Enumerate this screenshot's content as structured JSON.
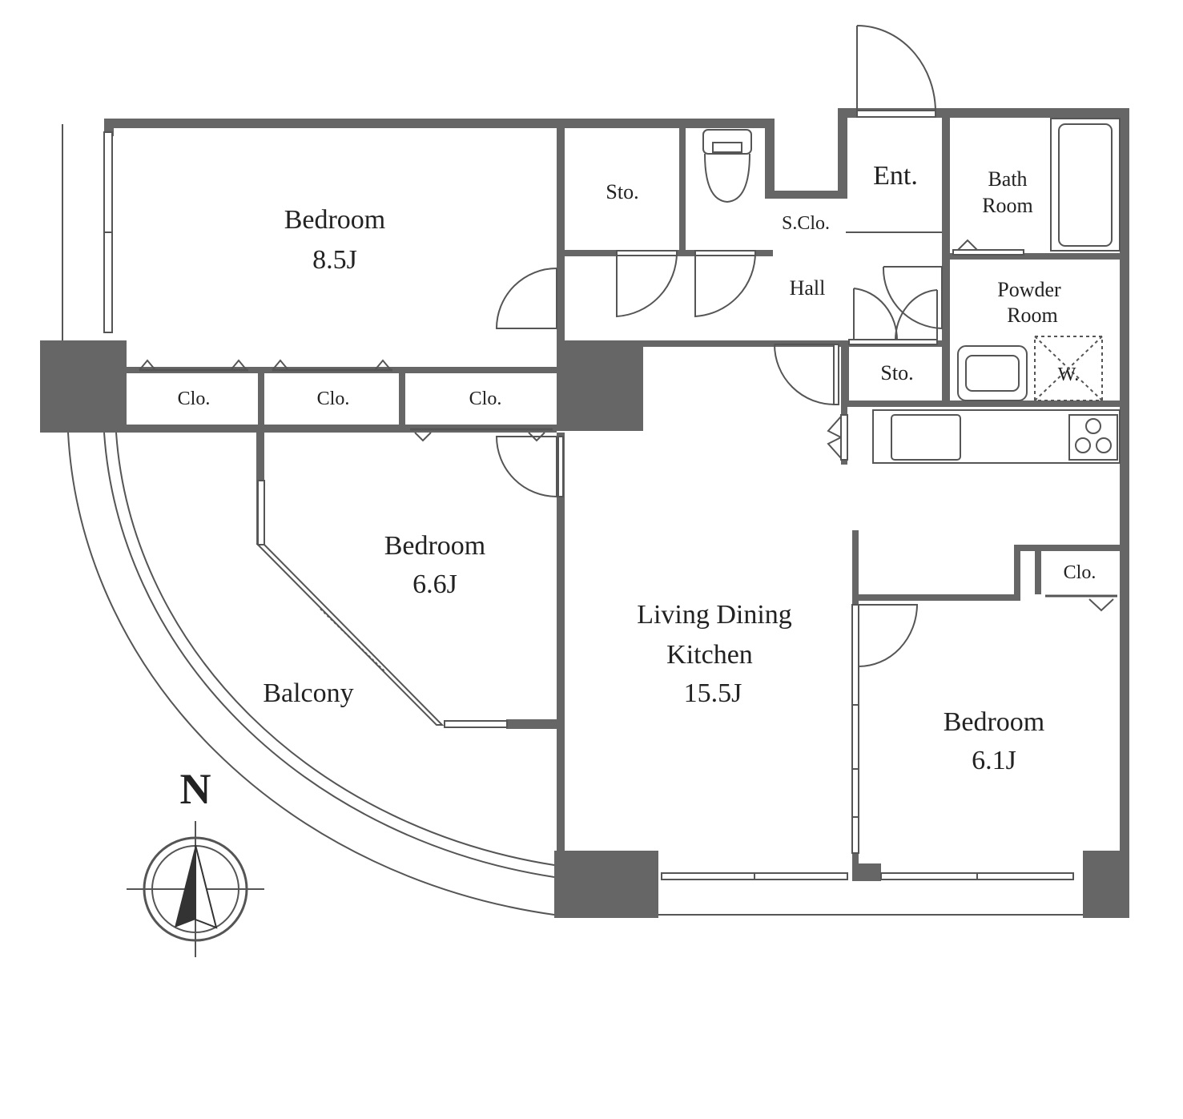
{
  "rooms": {
    "bedroom_nw": {
      "name": "Bedroom",
      "size": "8.5J"
    },
    "bedroom_w": {
      "name": "Bedroom",
      "size": "6.6J"
    },
    "bedroom_se": {
      "name": "Bedroom",
      "size": "6.1J"
    },
    "ldk": {
      "line1": "Living Dining",
      "line2": "Kitchen",
      "size": "15.5J"
    },
    "balcony": "Balcony",
    "hall": "Hall",
    "entrance": "Ent.",
    "storage_top": "Sto.",
    "storage_hall": "Sto.",
    "shoe_closet": "S.Clo.",
    "closet_1": "Clo.",
    "closet_2": "Clo.",
    "closet_3": "Clo.",
    "closet_se": "Clo.",
    "bath": {
      "line1": "Bath",
      "line2": "Room"
    },
    "powder": {
      "line1": "Powder",
      "line2": "Room"
    },
    "washer": "W."
  },
  "compass": {
    "north": "N"
  },
  "colors": {
    "wall": "#666666",
    "line": "#555555",
    "text": "#222222"
  }
}
